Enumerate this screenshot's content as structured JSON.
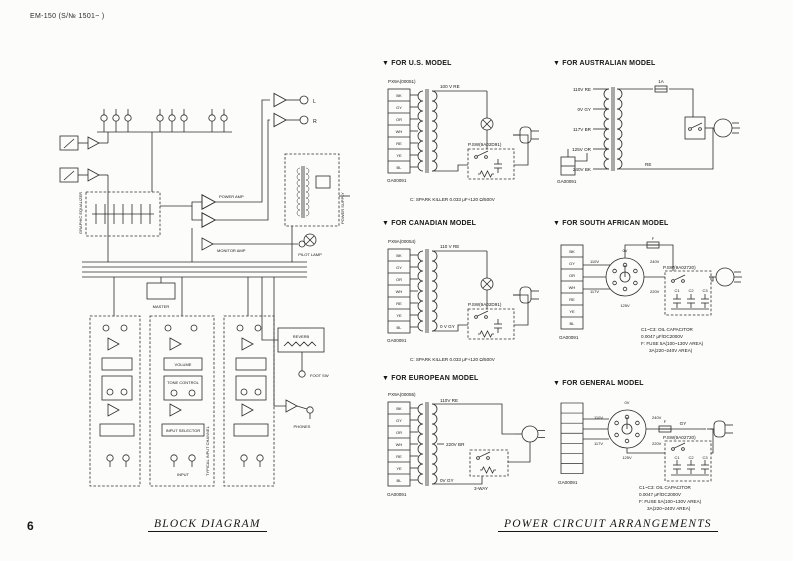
{
  "page": {
    "header_note": "EM-150 (S/№ 1501~ )",
    "page_number": "6",
    "block_caption": "BLOCK DIAGRAM",
    "power_caption": "POWER CIRCUIT ARRANGEMENTS"
  },
  "block_diagram": {
    "labels": {
      "graphic_equalizer": "GRAPHIC EQUALIZER",
      "power_amp": "POWER AMP",
      "monitor_amp": "MONITOR AMP",
      "master": "MASTER",
      "power_supply": "POWER SUPPLY",
      "pilot_lamp": "PILOT LAMP",
      "reverb": "REVERB",
      "foot_sw": "FOOT SW",
      "phones": "PHONES",
      "volume": "VOLUME",
      "tone_control": "TONE CONTROL",
      "input_selector": "INPUT SELECTOR",
      "input": "INPUT",
      "typical_channel": "TYPICAL INPUT CHANNEL",
      "left_ch": "L",
      "right_ch": "R"
    }
  },
  "circuits": {
    "us": {
      "title": "▼ FOR U.S. MODEL",
      "transformer": "PX9A(00051)",
      "primary_tap": "100 V  RE",
      "secondary_taps": [
        "BK",
        "GY",
        "OR",
        "WH",
        "RE",
        "YE",
        "BL"
      ],
      "connector": "GA00091",
      "switch": "P.SW(9A02D91)",
      "note": "C: SPARK KILLER 0.033 μF+120 Ω/500V"
    },
    "canadian": {
      "title": "▼ FOR CANADIAN MODEL",
      "transformer": "PX9A(00054)",
      "primary_top": "110 V  RE",
      "primary_bottom": "0 V  GY",
      "secondary_taps": [
        "BK",
        "GY",
        "OR",
        "WH",
        "RE",
        "YE",
        "BL"
      ],
      "connector": "GA00091",
      "switch": "P.SW(9A02D91)",
      "note": "C: SPARK KILLER 0.033 μF+120 Ω/500V"
    },
    "european": {
      "title": "▼ FOR EUROPEAN MODEL",
      "transformer": "PX9A(00055)",
      "taps": [
        "110V RE",
        "220V BR",
        "0V GY"
      ],
      "secondary_taps": [
        "BK",
        "GY",
        "OR",
        "WH",
        "RE",
        "YE",
        "BL"
      ],
      "connector": "GA00091",
      "plug_note": "3-WAY"
    },
    "australian": {
      "title": "▼ FOR AUSTRALIAN MODEL",
      "taps": [
        "110V RE",
        "0V GY",
        "117V BR",
        "125V OR",
        "240V BK"
      ],
      "wire": "RE",
      "fuse": "1A",
      "connector": "GA00091"
    },
    "south_african": {
      "title": "▼ FOR SOUTH AFRICAN MODEL",
      "selector_taps": [
        "0V",
        "110V",
        "117V",
        "125V",
        "220V",
        "240V"
      ],
      "strip_taps": [
        "BK",
        "GY",
        "OR",
        "WH",
        "RE",
        "YE",
        "BL"
      ],
      "connector": "GA00091",
      "switch": "P.SW(9A02720)",
      "fuse": "F",
      "caps": [
        "C1",
        "C2",
        "C3"
      ],
      "notes": [
        "C1~C3: OIL CAPACITOR",
        "0.0047 μF/DC2000V",
        "F: FUSE 5A(100~130V AREA)",
        "3A(220~240V AREA)"
      ]
    },
    "general": {
      "title": "▼ FOR GENERAL MODEL",
      "selector_taps": [
        "0V",
        "110V",
        "117V",
        "125V",
        "220V",
        "240V"
      ],
      "wire": "GY",
      "fuse": "F",
      "connector": "GA00091",
      "switch": "P.SW(9A02720)",
      "caps": [
        "C1",
        "C2",
        "C3"
      ],
      "notes": [
        "C1~C3: OIL CAPACITOR",
        "0.0047 μF/DC2000V",
        "F: FUSE 5A(100~130V AREA)",
        "3A(220~240V AREA)"
      ]
    }
  }
}
